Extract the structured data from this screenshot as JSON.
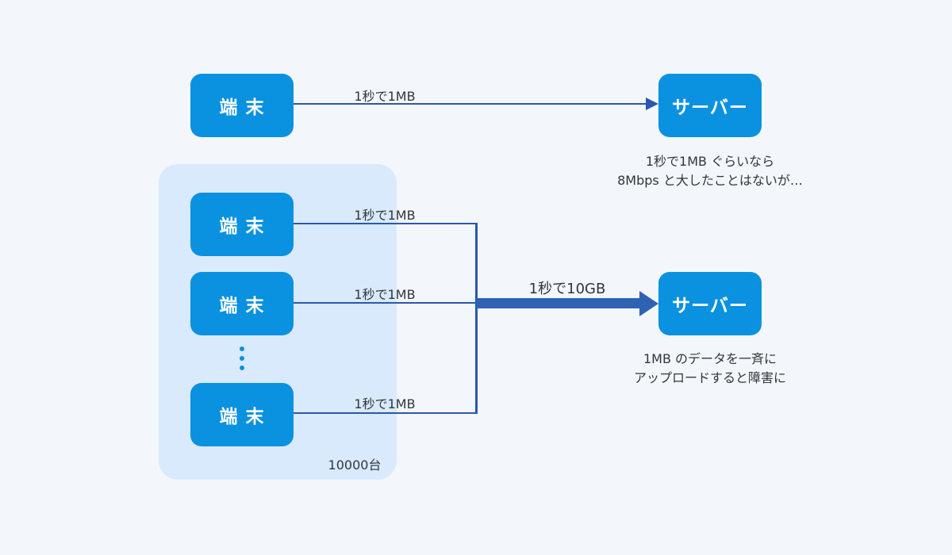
{
  "colors": {
    "bg": "#f3f7fb",
    "panel": "#d8eafb",
    "accent": "#0a91e0",
    "line": "#2b58ab",
    "thick": "#2f62b3",
    "ink": "#30363d",
    "box-text": "#ffffff"
  },
  "top_flow": {
    "terminal_label": "端 末",
    "rate_label": "1秒で1MB",
    "server_label": "サーバー",
    "caption_line1": "1秒で1MB ぐらいなら",
    "caption_line2": "8Mbps と大したことはないが…"
  },
  "bottom_flow": {
    "terminals": [
      {
        "label": "端 末",
        "rate": "1秒で1MB"
      },
      {
        "label": "端 末",
        "rate": "1秒で1MB"
      },
      {
        "label": "端 末",
        "rate": "1秒で1MB"
      }
    ],
    "group_count_label": "10000台",
    "aggregate_rate_label": "1秒で10GB",
    "server_label": "サーバー",
    "caption_line1": "1MB のデータを一斉に",
    "caption_line2": "アップロードすると障害に"
  }
}
